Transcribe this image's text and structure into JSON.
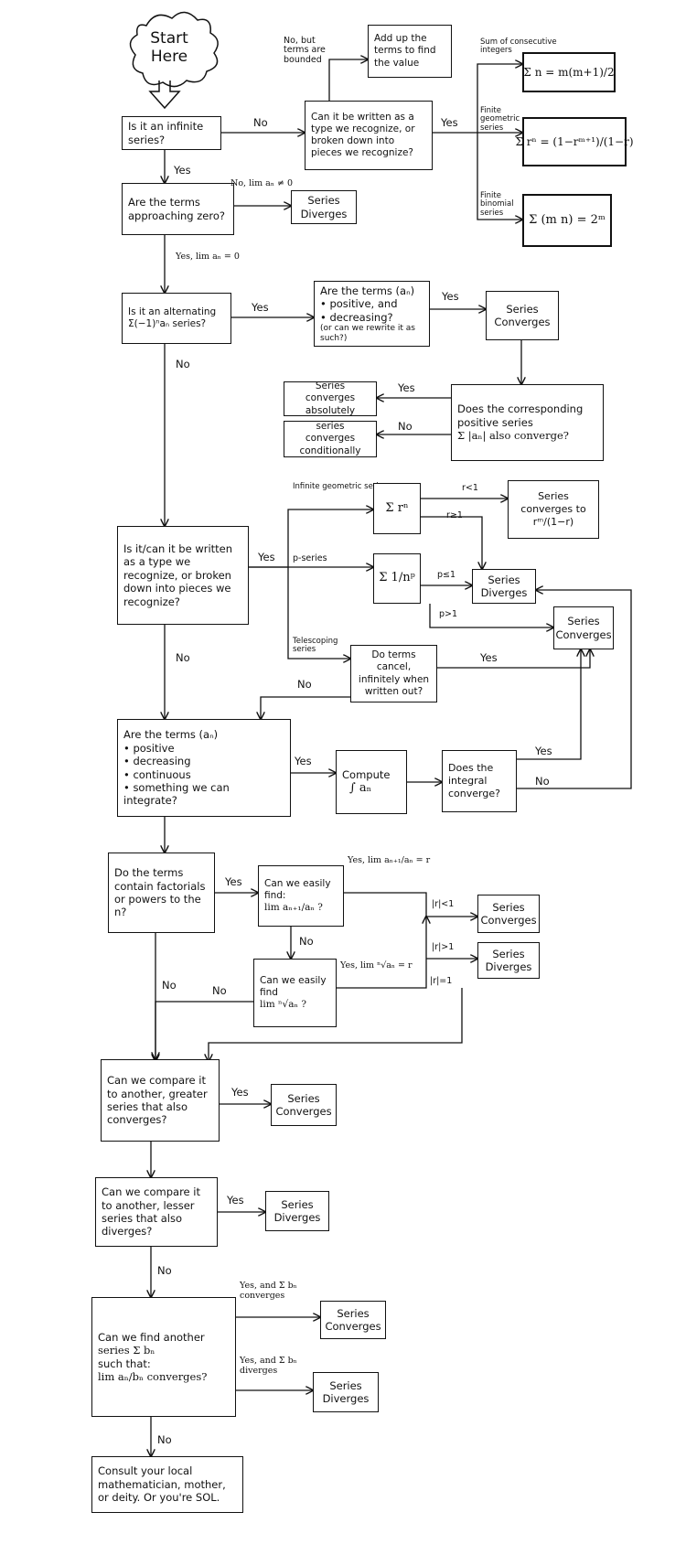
{
  "start": {
    "line1": "Start",
    "line2": "Here"
  },
  "labels": {
    "yes": "Yes",
    "no": "No"
  },
  "top": {
    "infinite_q": "Is it an infinite series?",
    "finite_q": "Can it be written as a type we recognize, or broken down into pieces we recognize?",
    "no_but_bounded": "No, but terms are bounded",
    "add_up": "Add up the terms to find the value",
    "consec_label": "Sum of consecutive integers",
    "consec_formula": "Σ n = m(m+1)/2",
    "finite_geo_label": "Finite geometric series",
    "finite_geo_formula": "Σ rⁿ = (1−rᵐ⁺¹)/(1−r)",
    "finite_binom_label": "Finite binomial series",
    "finite_binom_formula": "Σ (m n) = 2ᵐ"
  },
  "zero": {
    "question": "Are the terms approaching zero?",
    "no_label": "No, lim aₙ ≠ 0",
    "diverges": "Series Diverges",
    "yes_label": "Yes, lim aₙ = 0"
  },
  "alt": {
    "question": "Is it an alternating Σ(−1)ⁿaₙ series?",
    "terms_q_line1": "Are the terms (aₙ)",
    "terms_q_line2": "• positive, and",
    "terms_q_line3": "• decreasing?",
    "terms_q_note": "(or can we rewrite it as such?)",
    "converges": "Series Converges",
    "abs_q_line1": "Does the corresponding positive series",
    "abs_q_line2": "Σ |aₙ| also converge?",
    "abs": "Series converges absolutely",
    "cond": "series converges conditionally"
  },
  "recognize": {
    "question": "Is it/can it be written as a type we recognize, or broken down into pieces we recognize?",
    "inf_geo_label": "Infinite geometric series",
    "inf_geo_formula": "Σ rⁿ",
    "r_lt": "r<1",
    "r_ge": "r≥1",
    "geo_converges": "Series converges to rᵐ/(1−r)",
    "pseries_label": "p-series",
    "pseries_formula": "Σ 1/nᵖ",
    "p_le": "p≤1",
    "p_gt": "p>1",
    "diverges": "Series Diverges",
    "converges": "Series Converges",
    "tele_label": "Telescoping series",
    "tele_q": "Do terms cancel, infinitely when written out?"
  },
  "integral": {
    "question_line1": "Are the terms (aₙ)",
    "items": [
      "• positive",
      "• decreasing",
      "• continuous",
      "• something we can integrate?"
    ],
    "compute_line1": "Compute",
    "compute_line2": "∫ aₙ",
    "converge_q": "Does the integral converge?"
  },
  "ratio": {
    "question": "Do the terms contain factorials or powers to the n?",
    "ratio_q_line1": "Can we easily find:",
    "ratio_q_line2": "lim aₙ₊₁/aₙ ?",
    "ratio_yes": "Yes, lim aₙ₊₁/aₙ = r",
    "root_q_line1": "Can we easily find",
    "root_q_line2": "lim ⁿ√aₙ ?",
    "root_yes": "Yes, lim ⁿ√aₙ = r",
    "r_lt": "|r|<1",
    "r_gt": "|r|>1",
    "r_eq": "|r|=1",
    "converges": "Series Converges",
    "diverges": "Series Diverges"
  },
  "compare": {
    "greater_q": "Can we compare it to another, greater series that also converges?",
    "converges": "Series Converges",
    "lesser_q": "Can we compare it to another, lesser series that also diverges?",
    "diverges": "Series Diverges"
  },
  "limit": {
    "line1": "Can we find another",
    "line2": "series Σ bₙ",
    "line3": "such that:",
    "line4": "lim aₙ/bₙ converges?",
    "yes_conv": "Yes, and Σ bₙ converges",
    "yes_div": "Yes, and Σ bₙ diverges",
    "converges": "Series Converges",
    "diverges": "Series Diverges"
  },
  "final": {
    "text": "Consult your local mathematician, mother, or deity. Or you're SOL."
  }
}
